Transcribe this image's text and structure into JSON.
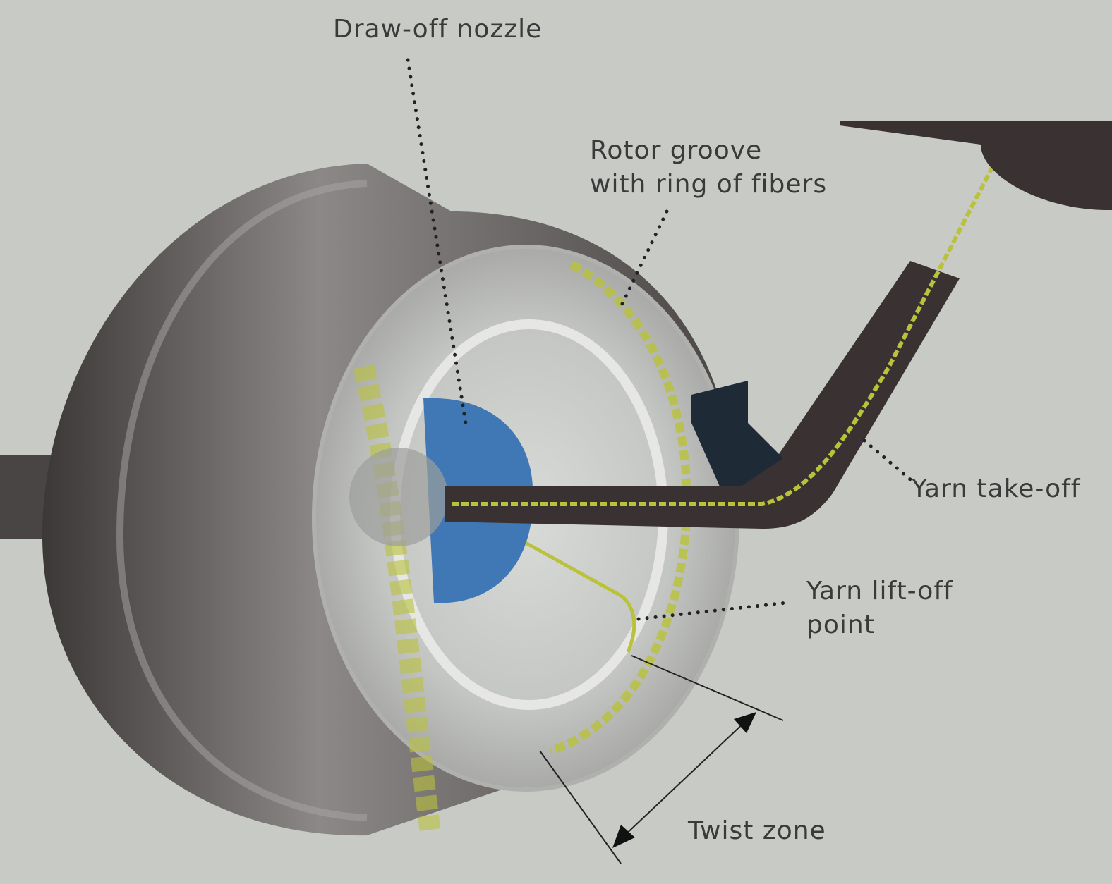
{
  "labels": {
    "draw_off_nozzle": "Draw-off nozzle",
    "rotor_groove_line1": "Rotor groove",
    "rotor_groove_line2": "with ring of fibers",
    "yarn_take_off": "Yarn take-off",
    "yarn_lift_off_line1": "Yarn lift-off",
    "yarn_lift_off_line2": "point",
    "twist_zone": "Twist zone"
  },
  "colors": {
    "background": "#c8cac5",
    "rotor": "#5a5555",
    "nozzle": "#3f78b5",
    "yarn": "#b9c23a",
    "tube": "#3a3232"
  }
}
